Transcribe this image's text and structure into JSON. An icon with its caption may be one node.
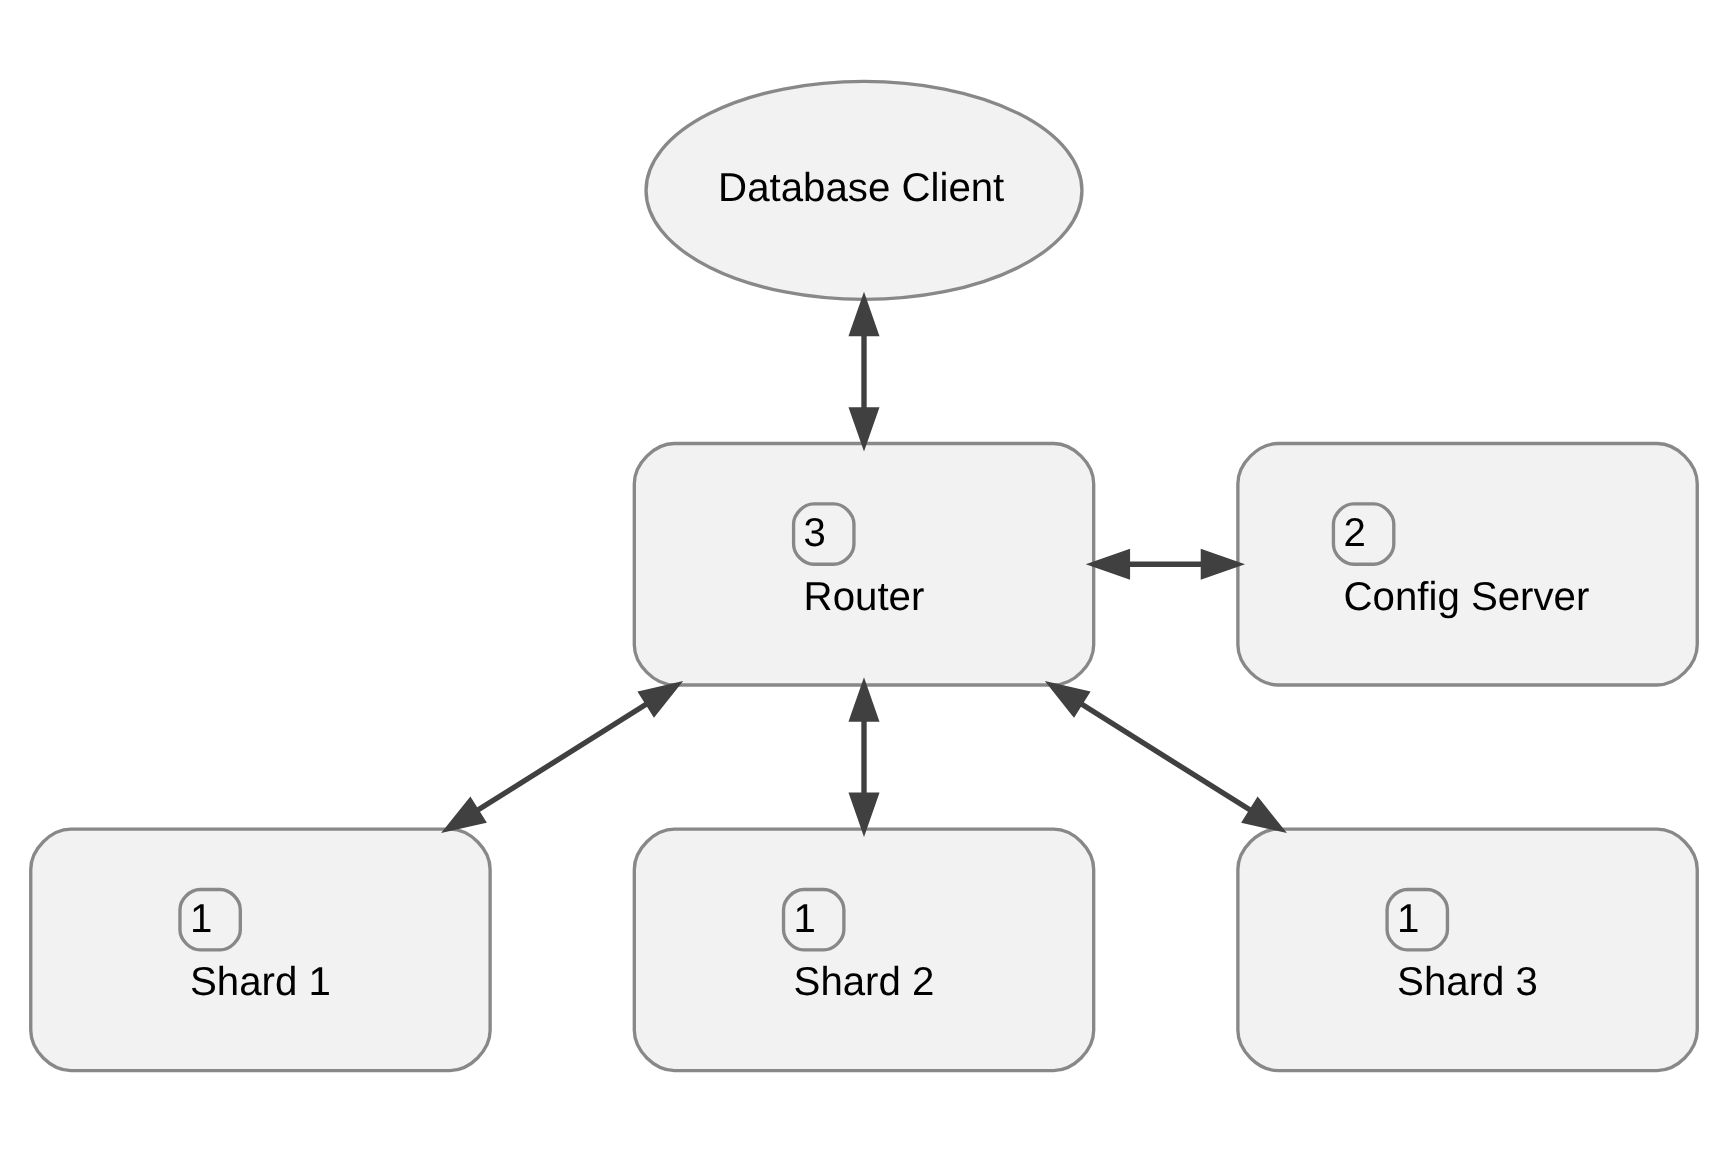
{
  "diagram": {
    "nodes": [
      {
        "text": [
          "Database Client"
        ]
      },
      {
        "text": [
          "3",
          "Router"
        ]
      },
      {
        "text": [
          "2",
          "Config Server"
        ]
      },
      {
        "text": [
          "1",
          "Shard 1"
        ]
      },
      {
        "text": [
          "1",
          "Shard 2"
        ]
      },
      {
        "text": [
          "1",
          "Shard 3"
        ]
      }
    ],
    "edges": [
      {
        "from": 0,
        "to": 1,
        "arrow": "both"
      },
      {
        "from": 1,
        "to": 2,
        "arrow": "both"
      },
      {
        "from": 1,
        "to": 3,
        "arrow": "both"
      },
      {
        "from": 1,
        "to": 4,
        "arrow": "both"
      },
      {
        "from": 1,
        "to": 5,
        "arrow": "both"
      }
    ]
  }
}
